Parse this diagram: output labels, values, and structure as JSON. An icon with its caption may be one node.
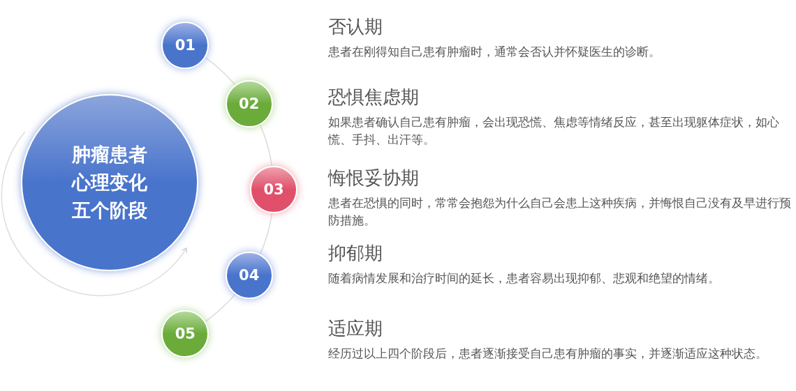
{
  "diagram": {
    "nodes": [
      {
        "text": [
          "肿瘤患者心理变化五个阶段"
        ]
      },
      {
        "text": [
          "01"
        ],
        "beside": [
          "否认期",
          "患者在刚得知自己患有肿瘤时，通常会否认并怀疑医生的诊断。"
        ]
      },
      {
        "text": [
          "02"
        ],
        "beside": [
          "恐惧焦虑期",
          "如果患者确认自己患有肿瘤，会出现恐慌、焦虑等情绪反应，甚至出现躯体症状，如心慌、手抖、出汗等。"
        ]
      },
      {
        "text": [
          "03"
        ],
        "beside": [
          "悔恨妥协期",
          "患者在恐惧的同时，常常会抱怨为什么自己会患上这种疾病，并悔恨自己没有及早进行预防措施。"
        ]
      },
      {
        "text": [
          "04"
        ],
        "beside": [
          "抑郁期",
          "随着病情发展和治疗时间的延长，患者容易出现抑郁、悲观和绝望的情绪。"
        ]
      },
      {
        "text": [
          "05"
        ],
        "beside": [
          "适应期",
          "经历过以上四个阶段后，患者逐渐接受自己患有肿瘤的事实，并逐渐适应这种状态。"
        ]
      }
    ],
    "edges": [
      {
        "from": 1,
        "to": 2,
        "arrow": "none"
      },
      {
        "from": 2,
        "to": 3,
        "arrow": "none"
      },
      {
        "from": 3,
        "to": 4,
        "arrow": "none"
      },
      {
        "from": 4,
        "to": 5,
        "arrow": "none"
      }
    ]
  }
}
